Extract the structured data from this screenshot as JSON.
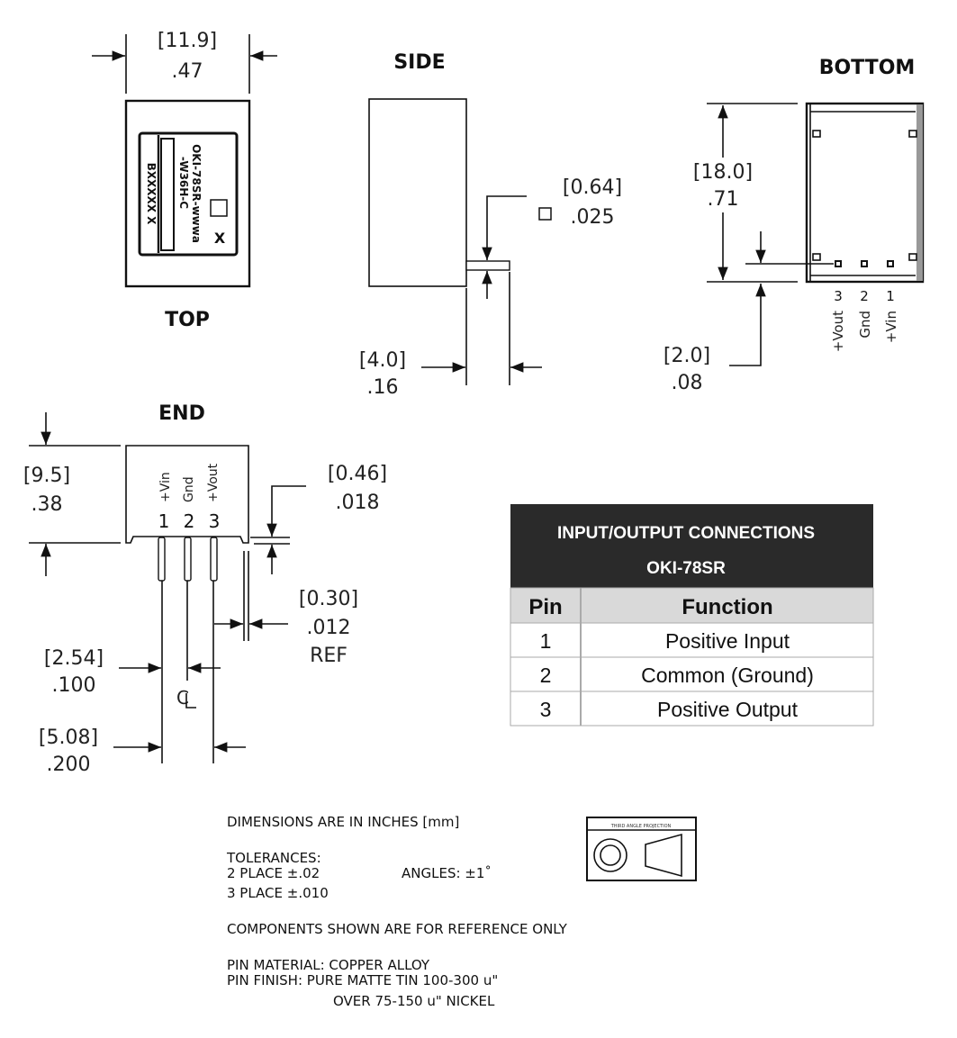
{
  "views": {
    "top": {
      "title": "TOP",
      "width_mm": "[11.9]",
      "width_in": ".47",
      "label_text": [
        "OKI-78SR-wwwa",
        "-W36H-C",
        "BXXXXX X",
        "X"
      ]
    },
    "side": {
      "title": "SIDE",
      "pin_mm": "[0.64]",
      "pin_in": ".025",
      "pin_length_mm": "[4.0]",
      "pin_length_in": ".16"
    },
    "bottom": {
      "title": "BOTTOM",
      "length_mm": "[18.0]",
      "length_in": ".71",
      "pin_offset_mm": "[2.0]",
      "pin_offset_in": ".08",
      "pins": [
        {
          "num": "3",
          "label": "+Vout"
        },
        {
          "num": "2",
          "label": "Gnd"
        },
        {
          "num": "1",
          "label": "+Vin"
        }
      ]
    },
    "end": {
      "title": "END",
      "height_mm": "[9.5]",
      "height_in": ".38",
      "standoff_mm": "[0.46]",
      "standoff_in": ".018",
      "pin_width_mm": "[0.30]",
      "pin_width_in": ".012",
      "pin_width_note": "REF",
      "pitch_mm": "[2.54]",
      "pitch_in": ".100",
      "span_mm": "[5.08]",
      "span_in": ".200",
      "centerline": "CL",
      "pins": [
        {
          "num": "1",
          "label": "+Vin"
        },
        {
          "num": "2",
          "label": "Gnd"
        },
        {
          "num": "3",
          "label": "+Vout"
        }
      ]
    }
  },
  "table": {
    "title": "INPUT/OUTPUT CONNECTIONS",
    "subtitle": "OKI-78SR",
    "columns": [
      "Pin",
      "Function"
    ],
    "rows": [
      [
        "1",
        "Positive Input"
      ],
      [
        "2",
        "Common (Ground)"
      ],
      [
        "3",
        "Positive Output"
      ]
    ]
  },
  "notes": {
    "units": "DIMENSIONS ARE IN INCHES [mm]",
    "tolerances": "TOLERANCES:",
    "two_place": "2 PLACE ±.02",
    "three_place": "3 PLACE ±.010",
    "angles": "ANGLES: ±1˚",
    "reference": "COMPONENTS SHOWN ARE FOR REFERENCE ONLY",
    "pin_material": "PIN MATERIAL: COPPER ALLOY",
    "pin_finish": "PIN FINISH: PURE MATTE TIN 100-300 u\"",
    "pin_finish_2": "OVER 75-150 u\" NICKEL"
  },
  "projection_symbol": {
    "label": "THIRD ANGLE PROJECTION"
  }
}
